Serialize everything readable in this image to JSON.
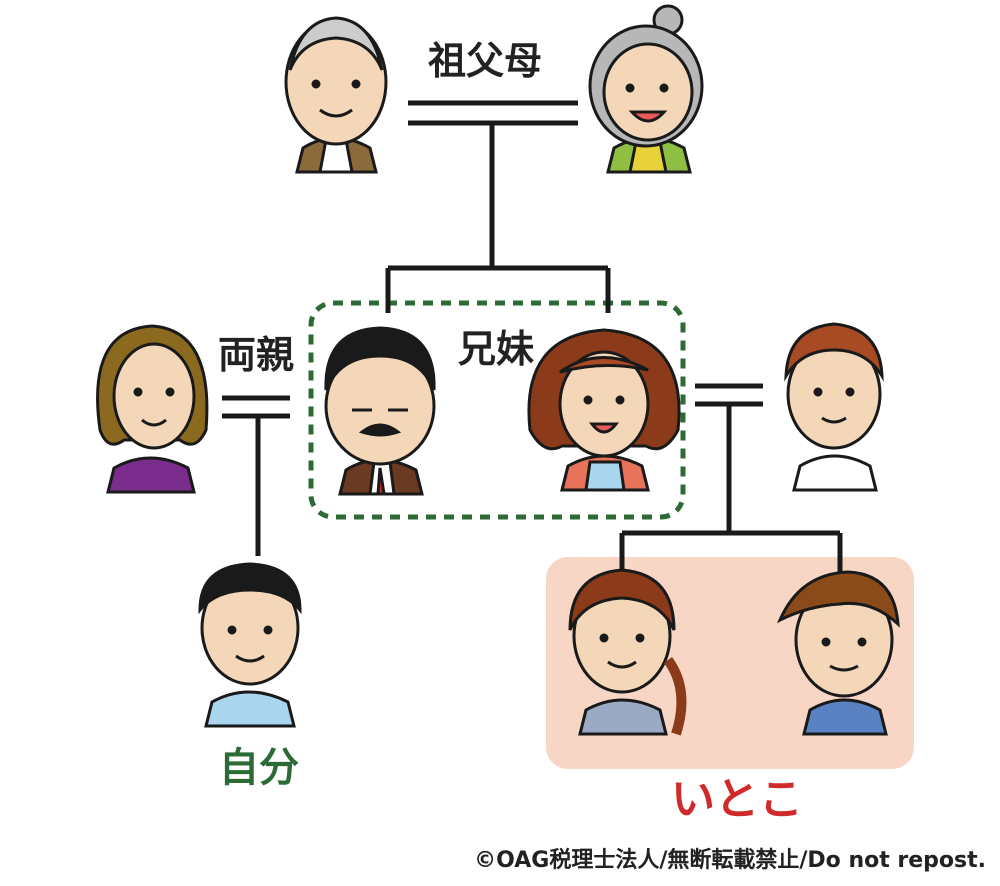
{
  "labels": {
    "grandparents": "祖父母",
    "parents": "両親",
    "siblings": "兄妹",
    "self": "自分",
    "cousins": "いとこ"
  },
  "copyright": "©OAG税理士法人/無断転載禁止/Do not repost.",
  "colors": {
    "line": "#1a1a1a",
    "sibling_box_border": "#2c6b35",
    "cousin_box_fill": "#f7d6c6",
    "self_label": "#2c6b35",
    "cousin_label": "#d12a2a"
  },
  "people": [
    {
      "id": "grandfather",
      "icon": "grandfather-icon"
    },
    {
      "id": "grandmother",
      "icon": "grandmother-icon"
    },
    {
      "id": "mother",
      "icon": "mother-icon"
    },
    {
      "id": "father-brother",
      "icon": "uncle-icon"
    },
    {
      "id": "father-sister",
      "icon": "aunt-icon"
    },
    {
      "id": "aunt-husband",
      "icon": "aunt-husband-icon"
    },
    {
      "id": "self",
      "icon": "self-icon"
    },
    {
      "id": "cousin-girl",
      "icon": "cousin-girl-icon"
    },
    {
      "id": "cousin-boy",
      "icon": "cousin-boy-icon"
    }
  ]
}
